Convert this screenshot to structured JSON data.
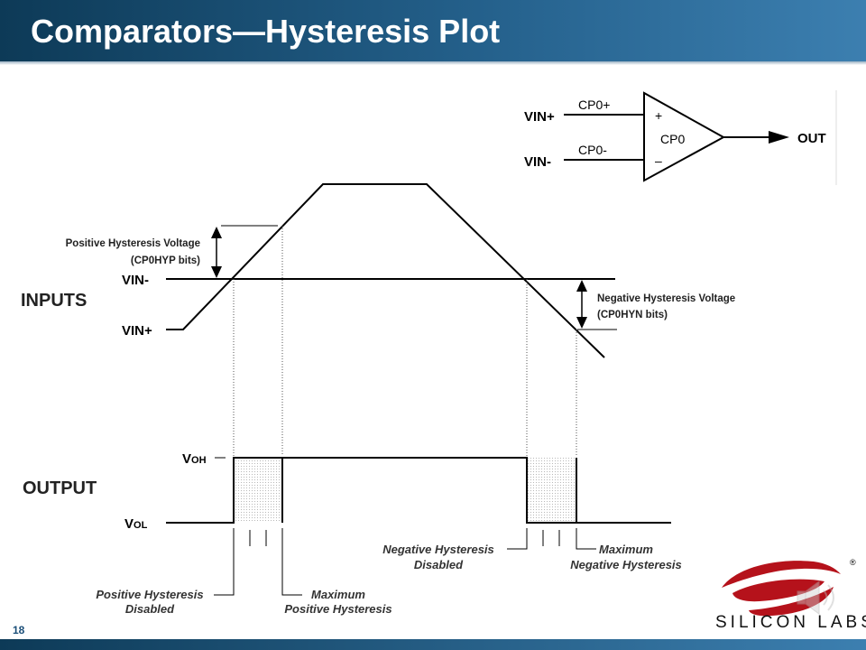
{
  "slide": {
    "title": "Comparators—Hysteresis Plot",
    "page_number": "18"
  },
  "comparator": {
    "input_pos": "VIN+",
    "input_neg": "VIN-",
    "pin_pos": "CP0+",
    "pin_neg": "CP0-",
    "plus_sign": "+",
    "minus_sign": "–",
    "name": "CP0",
    "output": "OUT"
  },
  "diagram": {
    "inputs_label": "INPUTS",
    "output_label": "OUTPUT",
    "vin_minus": "VIN-",
    "vin_plus": "VIN+",
    "voh_v": "V",
    "voh_sub": "OH",
    "vol_v": "V",
    "vol_sub": "OL",
    "pos_hyst_line1": "Positive Hysteresis  Voltage",
    "pos_hyst_line2": "(CP0HYP bits)",
    "neg_hyst_line1": "Negative Hysteresis  Voltage",
    "neg_hyst_line2": "(CP0HYN bits)",
    "pos_disabled_1": "Positive Hysteresis",
    "pos_disabled_2": "Disabled",
    "max_pos_1": "Maximum",
    "max_pos_2": "Positive Hysteresis",
    "neg_disabled_1": "Negative Hysteresis",
    "neg_disabled_2": "Disabled",
    "max_neg_1": "Maximum",
    "max_neg_2": "Negative Hysteresis"
  },
  "logo": {
    "text": "SILICON LABS",
    "registered": "®",
    "brand_color": "#b5121b"
  },
  "icons": {
    "speaker": "speaker-icon"
  }
}
